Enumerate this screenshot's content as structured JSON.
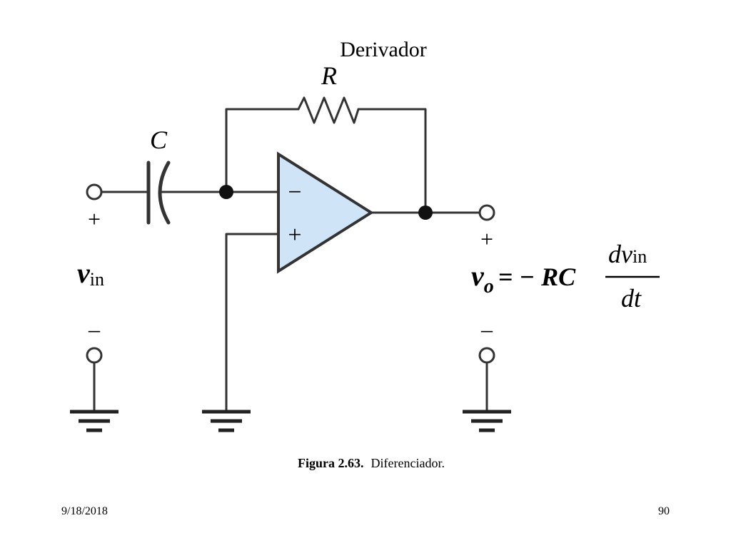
{
  "slide": {
    "title": "Derivador",
    "caption_lead": "Figura 2.63.",
    "caption_text": "Diferenciador.",
    "footer_date": "9/18/2018",
    "footer_page": "90"
  },
  "diagram": {
    "resistor_label": "R",
    "capacitor_label": "C",
    "opamp_inverting": "−",
    "opamp_noninverting": "+",
    "input_plus": "+",
    "input_minus": "–",
    "input_var": "v",
    "input_sub": "in",
    "output_plus": "+",
    "output_minus": "–",
    "output_var": "v",
    "output_sub": "o",
    "equation_middle": "= − RC",
    "fraction_numerator_d": "dv",
    "fraction_numerator_sub": "in",
    "fraction_denominator": "dt"
  },
  "colors": {
    "opamp_fill": "#cfe5f7",
    "wire": "#333333"
  }
}
